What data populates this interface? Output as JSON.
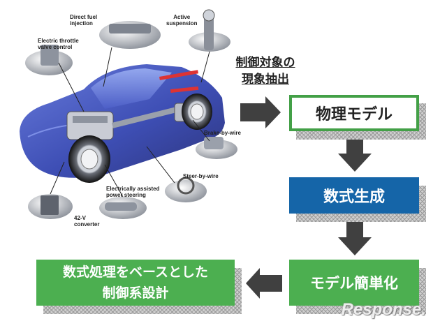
{
  "car_figure": {
    "labels": {
      "direct_fuel": "Direct fuel\ninjection",
      "active_suspension": "Active\nsuspension",
      "throttle": "Electric throttle\nvalve control",
      "brake": "Brake-by-wire",
      "steer": "Steer-by-wire",
      "eps": "Electrically assisted\npower steering",
      "converter": "42-V\nconverter"
    }
  },
  "flow": {
    "caption": [
      "制御対象の",
      "現象抽出"
    ],
    "step1": "物理モデル",
    "step2": "数式生成",
    "step3": "モデル簡単化",
    "step4_line1": "数式処理をベースとした",
    "step4_line2": "制御系設計"
  },
  "watermark": "Response.",
  "colors": {
    "green": "#4caf50",
    "green_border": "#43a047",
    "blue": "#1565a8",
    "arrow": "#404040"
  }
}
